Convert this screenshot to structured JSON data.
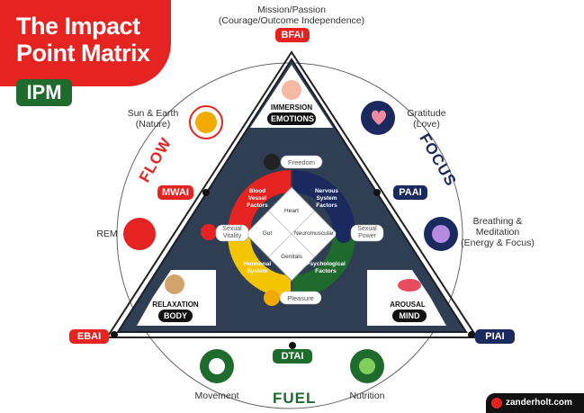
{
  "title": {
    "line1": "The Impact",
    "line2": "Point Matrix",
    "badge": "IPM"
  },
  "apex": {
    "label1": "Mission/Passion",
    "label2": "(Courage/Outcome Independence)",
    "code": "BFAI"
  },
  "pills": {
    "mwai": "MWAI",
    "paai": "PAAI",
    "ebai": "EBAI",
    "piai": "PIAI",
    "dtai": "DTAI"
  },
  "words": {
    "flow": "FLOW",
    "focus": "FOCUS",
    "fuel": "FUEL"
  },
  "circles": {
    "sun": {
      "line1": "Sun & Earth",
      "line2": "(Nature)"
    },
    "gratitude": {
      "line1": "Gratitude",
      "line2": "(Love)"
    },
    "rem": {
      "line1": "REM"
    },
    "breathing": {
      "line1": "Breathing &",
      "line2": "Meditation",
      "line3": "(Energy & Focus)"
    },
    "movement": {
      "line1": "Movement"
    },
    "nutrition": {
      "line1": "Nutrition"
    }
  },
  "corners": {
    "top": {
      "small": "IMMERSION",
      "tag": "EMOTIONS"
    },
    "left": {
      "small": "RELAXATION",
      "tag": "BODY"
    },
    "right": {
      "small": "AROUSAL",
      "tag": "MIND"
    }
  },
  "ring": {
    "freedom": "Freedom",
    "sexual_vitality": "Sexual Vitality",
    "sexual_power": "Sexual Power",
    "pleasure": "Pleasure"
  },
  "quadrants": {
    "red": {
      "line1": "Blood",
      "line2": "Vessel",
      "line3": "Factors"
    },
    "navy": {
      "line1": "Nervous",
      "line2": "System",
      "line3": "Factors"
    },
    "yellow": {
      "line1": "Hormonal",
      "line2": "System"
    },
    "green": {
      "line1": "Psychological",
      "line2": "Factors"
    }
  },
  "center": {
    "heart": "Heart",
    "gut": "Gut",
    "neuromuscular": "Neuromuscular",
    "genitals": "Genitals"
  },
  "brand": "zanderholt.com",
  "colors": {
    "red": "#e52421",
    "navy": "#1b2a5e",
    "green": "#1f6b2e",
    "yellow": "#f2c500",
    "dark": "#2f3e52"
  }
}
